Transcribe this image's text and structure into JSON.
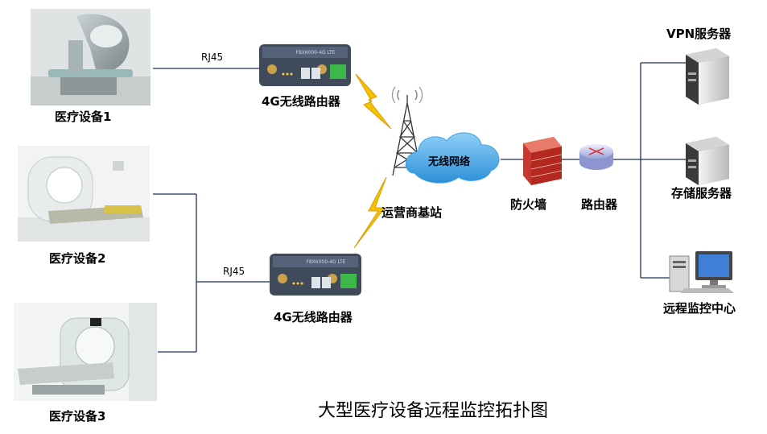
{
  "diagram": {
    "title": "大型医疗设备远程监控拓扑图",
    "devices": [
      {
        "label": "医疗设备1"
      },
      {
        "label": "医疗设备2"
      },
      {
        "label": "医疗设备3"
      }
    ],
    "links": [
      {
        "label": "RJ45"
      },
      {
        "label": "RJ45"
      }
    ],
    "routers4g": [
      {
        "label": "4G无线路由器"
      },
      {
        "label": "4G无线路由器"
      }
    ],
    "router_panel_text": "F8X6000-4G LTE",
    "tower": {
      "label": "运营商基站"
    },
    "cloud": {
      "label": "无线网络"
    },
    "firewall": {
      "label": "防火墙"
    },
    "router": {
      "label": "路由器"
    },
    "servers": [
      {
        "label": "VPN服务器"
      },
      {
        "label": "存储服务器"
      }
    ],
    "monitor": {
      "label": "远程监控中心"
    },
    "colors": {
      "line": "#1f2f5a",
      "lightning": "#f2c200",
      "cloud": "#3aa0e6",
      "router_body": "#3f4a5a",
      "firewall": "#c43a2f"
    }
  }
}
